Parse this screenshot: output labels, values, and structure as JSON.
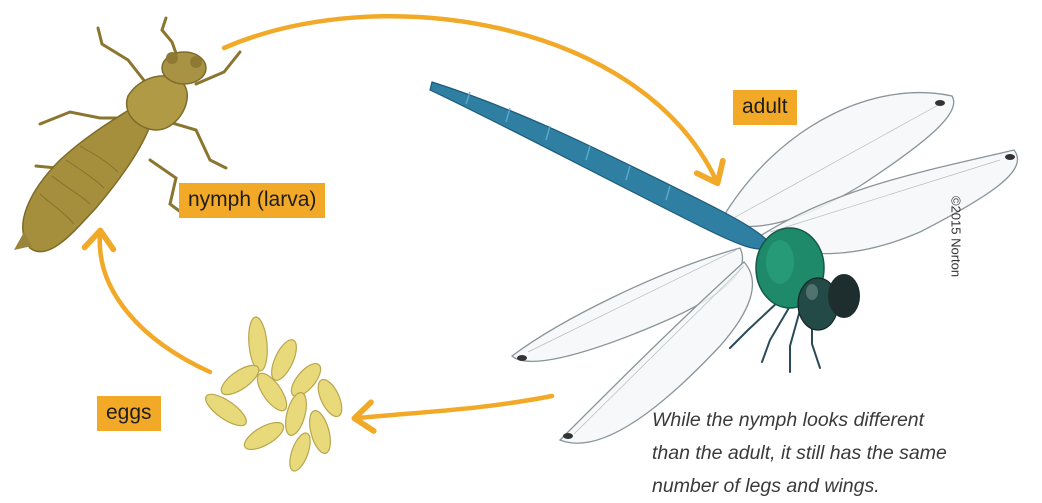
{
  "labels": {
    "nymph": "nymph (larva)",
    "adult": "adult",
    "eggs": "eggs"
  },
  "caption": {
    "line1": "While the nymph looks different",
    "line2": "than the adult, it still has the same",
    "line3": "number of legs and wings."
  },
  "credit": "©2015 Norton",
  "colors": {
    "arrow": "#f2a927",
    "label_bg": "#f2a927",
    "nymph_body": "#a58e3c",
    "dragonfly_body": "#2f7fa3",
    "dragonfly_thorax": "#1f8a6a",
    "egg": "#e8d97a"
  },
  "icons": {
    "nymph": "nymph-larva-illustration",
    "adult": "dragonfly-adult-illustration",
    "eggs": "egg-cluster-illustration"
  }
}
